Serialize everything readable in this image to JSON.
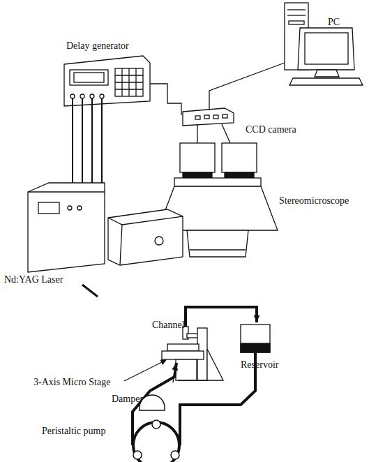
{
  "diagram": {
    "labels": [
      "PC",
      "Delay generator",
      "CCD camera",
      "Stereomicroscope",
      "Nd:YAG Laser",
      "Channel",
      "3-Axis Micro Stage",
      "Reservoir",
      "Damper",
      "Peristaltic pump"
    ]
  }
}
